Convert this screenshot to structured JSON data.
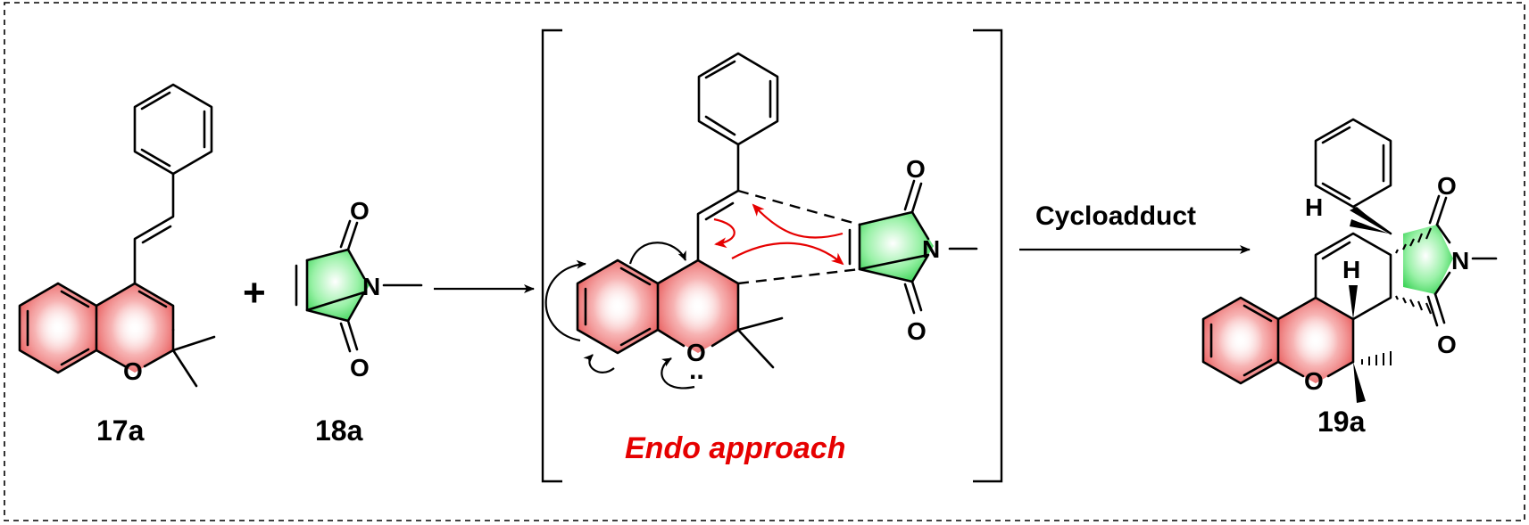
{
  "compounds": {
    "reactant1_label": "17a",
    "reactant2_label": "18a",
    "product_label": "19a"
  },
  "operators": {
    "plus": "+"
  },
  "reaction": {
    "step_label": "Cycloadduct"
  },
  "transition_state": {
    "caption": "Endo approach"
  },
  "atoms": {
    "oxygen": "O",
    "nitrogen": "N",
    "hydrogen": "H",
    "lone_pair": ".."
  },
  "colors": {
    "chromene_highlight": "#e85a5a",
    "maleimide_highlight": "#3fd45a",
    "mechanism_arrow": "#e60000",
    "caption_color": "#e60000",
    "frame_border": "#000000"
  },
  "icons": {
    "reaction_arrow": "right-arrow",
    "transition_bracket": "square-bracket"
  }
}
